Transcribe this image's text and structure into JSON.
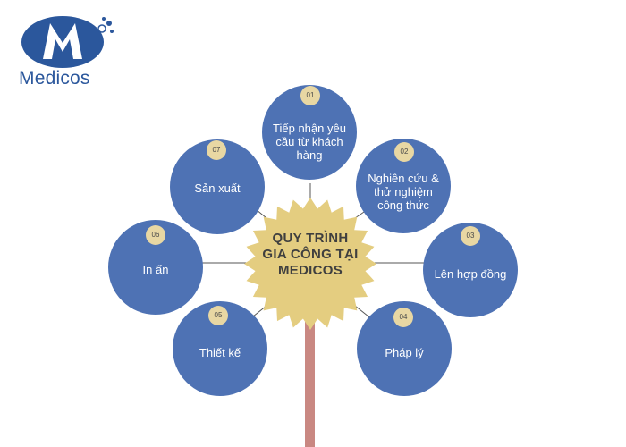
{
  "logo": {
    "text": "Medicos"
  },
  "center": {
    "lines": [
      "QUY TRÌNH",
      "GIA CÔNG TẠI",
      "MEDICOS"
    ]
  },
  "steps": [
    {
      "number": "01",
      "label": "Tiếp nhận yêu cầu từ khách hàng"
    },
    {
      "number": "02",
      "label": "Nghiên cứu & thử nghiệm công thức"
    },
    {
      "number": "03",
      "label": "Lên hợp đồng"
    },
    {
      "number": "04",
      "label": "Pháp lý"
    },
    {
      "number": "05",
      "label": "Thiết kế"
    },
    {
      "number": "06",
      "label": "In ấn"
    },
    {
      "number": "07",
      "label": "Sản xuất"
    }
  ],
  "colors": {
    "circle": "#4e72b4",
    "badge": "#e8d7a3",
    "star": "#e4cd80",
    "stem": "#c98882",
    "logo": "#2b579c"
  }
}
